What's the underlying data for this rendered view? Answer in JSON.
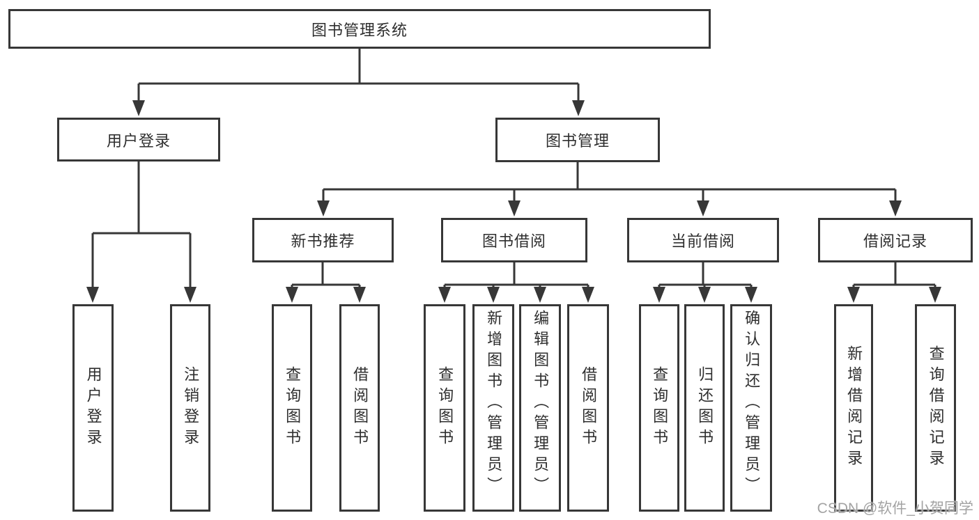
{
  "tree": {
    "root": {
      "label": "图书管理系统",
      "children": [
        {
          "label": "用户登录",
          "children": [
            {
              "label": "用户登录"
            },
            {
              "label": "注销登录"
            }
          ]
        },
        {
          "label": "图书管理",
          "children": [
            {
              "label": "新书推荐",
              "children": [
                {
                  "label": "查询图书"
                },
                {
                  "label": "借阅图书"
                }
              ]
            },
            {
              "label": "图书借阅",
              "children": [
                {
                  "label": "查询图书"
                },
                {
                  "label": "新增图书（管理员）"
                },
                {
                  "label": "编辑图书（管理员）"
                },
                {
                  "label": "借阅图书"
                }
              ]
            },
            {
              "label": "当前借阅",
              "children": [
                {
                  "label": "查询图书"
                },
                {
                  "label": "归还图书"
                },
                {
                  "label": "确认归还（管理员）"
                }
              ]
            },
            {
              "label": "借阅记录",
              "children": [
                {
                  "label": "新增借阅记录"
                },
                {
                  "label": "查询借阅记录"
                }
              ]
            }
          ]
        }
      ]
    }
  },
  "watermark": {
    "text": "CSDN @软件_小贺同学"
  },
  "colors": {
    "line": "#373737",
    "box_border": "#373737",
    "box_background": "#ffffff",
    "text": "#2e2e2e",
    "watermark": "#a3a3a3",
    "background": "#ffffff"
  }
}
